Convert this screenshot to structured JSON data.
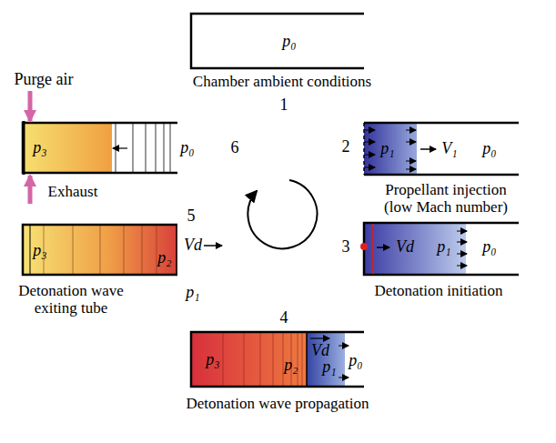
{
  "diagram": {
    "nodes": [
      {
        "text": [
          "p₀",
          "Chamber ambient conditions"
        ]
      },
      {
        "text": [
          "p₁",
          "V₁",
          "p₀",
          "Propellant injection (low Mach number)"
        ]
      },
      {
        "text": [
          "Vd",
          "p₁",
          "p₀",
          "Detonation initiation"
        ]
      },
      {
        "text": [
          "p₃",
          "p₂",
          "Vd",
          "p₁",
          "p₀",
          "Detonation wave propagation"
        ]
      },
      {
        "text": [
          "p₃",
          "p₂",
          "Vd",
          "Detonation wave exiting tube"
        ]
      },
      {
        "text": [
          "p₃",
          "p₀",
          "Exhaust"
        ]
      }
    ],
    "labels": [
      "1",
      "2",
      "3",
      "4",
      "5",
      "6",
      "p₁",
      "Purge air"
    ]
  }
}
